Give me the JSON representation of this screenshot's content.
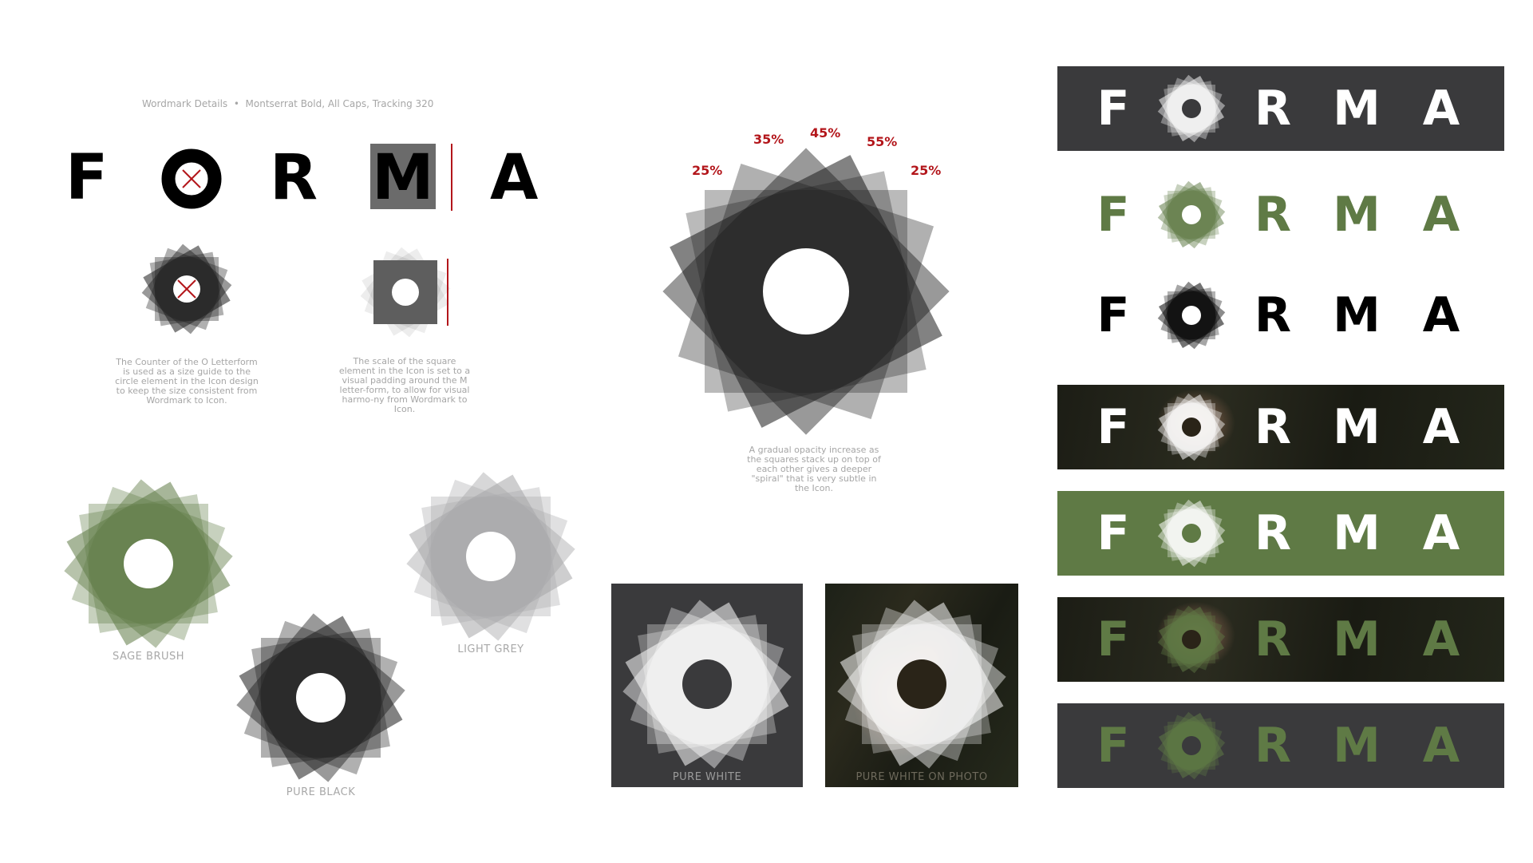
{
  "header": {
    "spec": "Wordmark Details  •  Montserrat Bold, All Caps, Tracking 320"
  },
  "wordmark": {
    "letters": [
      "F",
      "O",
      "R",
      "M",
      "A"
    ]
  },
  "captions": {
    "counter": "The Counter of the O Letterform is used as a size guide to the circle element in the Icon design to keep the size consistent from Wordmark to Icon.",
    "square": "The scale of the square element in the Icon is set to a visual padding around the M letter-form, to allow for visual harmo-ny from Wordmark to Icon.",
    "opacity": "A gradual opacity increase as the squares stack up on top of each other gives a deeper \"spiral\" that is very subtle in the Icon."
  },
  "opacity_labels": [
    "25%",
    "35%",
    "45%",
    "55%",
    "25%"
  ],
  "color_variants": {
    "sage": "SAGE BRUSH",
    "grey": "LIGHT GREY",
    "black": "PURE BLACK"
  },
  "tiles": {
    "white": "PURE WHITE",
    "white_photo": "PURE WHITE ON PHOTO"
  },
  "colors": {
    "sage": "#5f7a45",
    "dark": "#3a3a3c",
    "black": "#1c1c1c",
    "grey": "#a6a6a8",
    "accent_red": "#b3161b"
  },
  "icons": {
    "main": "star-burst-icon"
  }
}
